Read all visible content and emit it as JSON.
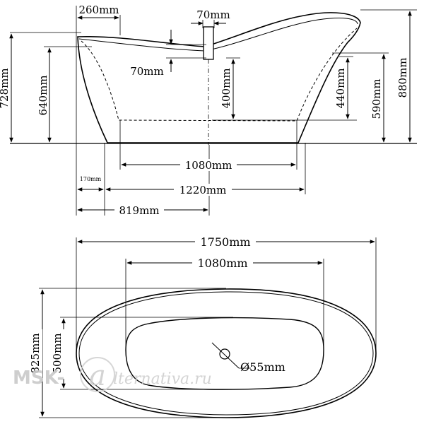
{
  "side_view": {
    "width_260": "260mm",
    "faucet_70_top": "70mm",
    "faucet_70_side": "70mm",
    "height_728": "728mm",
    "height_640": "640mm",
    "height_400": "400mm",
    "height_440": "440mm",
    "height_590": "590mm",
    "height_880": "880mm",
    "inner_1080": "1080mm",
    "base_1220": "1220mm",
    "offset_170": "170mm",
    "drain_819": "819mm"
  },
  "top_view": {
    "length_1750": "1750mm",
    "inner_1080": "1080mm",
    "width_825": "825mm",
    "inner_500": "500mm",
    "drain_55": "Ø55mm"
  },
  "watermark": {
    "left": "MSK-",
    "mark": "a",
    "right": "lternativa.ru"
  },
  "colors": {
    "line": "#000000",
    "watermark": "#c8c8c8"
  }
}
